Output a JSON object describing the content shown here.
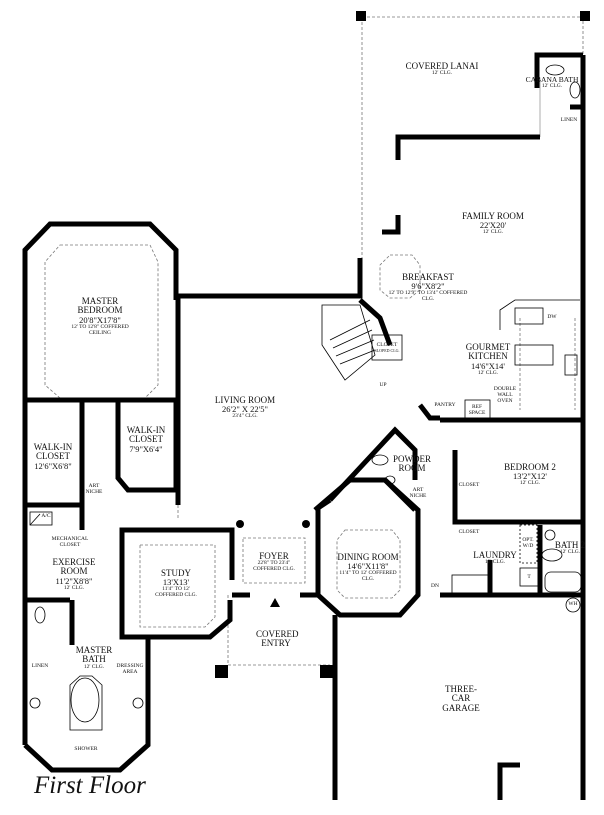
{
  "plan_title": "First Floor",
  "colors": {
    "walls": "#000000",
    "background": "#ffffff",
    "dashed_lines": "#666666"
  },
  "rooms": [
    {
      "id": "covered-lanai",
      "name": "COVERED LANAI",
      "size": "",
      "ceiling": "12' CLG."
    },
    {
      "id": "cabana-bath",
      "name": "CABANA BATH",
      "size": "",
      "ceiling": "12' CLG."
    },
    {
      "id": "linen-cabana",
      "name": "LINEN",
      "size": "",
      "ceiling": ""
    },
    {
      "id": "family-room",
      "name": "FAMILY ROOM",
      "size": "22'X20'",
      "ceiling": "12' CLG."
    },
    {
      "id": "breakfast",
      "name": "BREAKFAST",
      "size": "9'6\"X8'2\"",
      "ceiling": "12' TO 12'9\" TO 13'4\" COFFERED CLG."
    },
    {
      "id": "gourmet-kitchen",
      "name": "GOURMET KITCHEN",
      "size": "14'6\"X14'",
      "ceiling": "12' CLG."
    },
    {
      "id": "master-bedroom",
      "name": "MASTER BEDROOM",
      "size": "20'8\"X17'8\"",
      "ceiling": "12' TO 12'8\" COFFERED CEILING"
    },
    {
      "id": "living-room",
      "name": "LIVING ROOM",
      "size": "26'2\" X 22'5\"",
      "ceiling": "23'4\" CLG."
    },
    {
      "id": "walk-in-closet-1",
      "name": "WALK-IN CLOSET",
      "size": "12'6\"X6'8\"",
      "ceiling": ""
    },
    {
      "id": "walk-in-closet-2",
      "name": "WALK-IN CLOSET",
      "size": "7'9\"X6'4\"",
      "ceiling": ""
    },
    {
      "id": "powder-room",
      "name": "POWDER ROOM",
      "size": "",
      "ceiling": ""
    },
    {
      "id": "bedroom-2",
      "name": "BEDROOM 2",
      "size": "13'2\"X12'",
      "ceiling": "12' CLG."
    },
    {
      "id": "exercise-room",
      "name": "EXERCISE ROOM",
      "size": "11'2\"X8'8\"",
      "ceiling": "12' CLG."
    },
    {
      "id": "study",
      "name": "STUDY",
      "size": "13'X13'",
      "ceiling": "11'4\" TO 12' COFFERED CLG."
    },
    {
      "id": "foyer",
      "name": "FOYER",
      "size": "",
      "ceiling": "22'8\" TO 23'4\" COFFERED CLG."
    },
    {
      "id": "dining-room",
      "name": "DINING ROOM",
      "size": "14'6\"X11'8\"",
      "ceiling": "11'4\" TO 12' COFFERED CLG."
    },
    {
      "id": "laundry",
      "name": "LAUNDRY",
      "size": "",
      "ceiling": "12' CLG."
    },
    {
      "id": "bath-2",
      "name": "BATH 2",
      "size": "",
      "ceiling": "12' CLG."
    },
    {
      "id": "master-bath",
      "name": "MASTER BATH",
      "size": "",
      "ceiling": "12' CLG."
    },
    {
      "id": "covered-entry",
      "name": "COVERED ENTRY",
      "size": "",
      "ceiling": ""
    },
    {
      "id": "three-car-garage",
      "name": "THREE-CAR GARAGE",
      "size": "",
      "ceiling": ""
    }
  ],
  "small_labels": {
    "closet_stair": "CLOSET",
    "closet_stair_note": "SLOPED CLG.",
    "up": "UP",
    "dn": "DN",
    "dw": "DW",
    "double_wall_oven": "DOUBLE WALL OVEN",
    "pantry": "PANTRY",
    "ref_space": "REF SPACE",
    "art_niche_1": "ART NICHE",
    "art_niche_2": "ART NICHE",
    "closet_bed2": "CLOSET",
    "closet_laundry": "CLOSET",
    "opt_wd": "OPT. W/D",
    "t": "T",
    "wh": "WH",
    "ac": "A/C",
    "mechanical_closet": "MECHANICAL CLOSET",
    "linen_master": "LINEN",
    "dressing_area": "DRESSING AREA",
    "shower": "SHOWER"
  }
}
